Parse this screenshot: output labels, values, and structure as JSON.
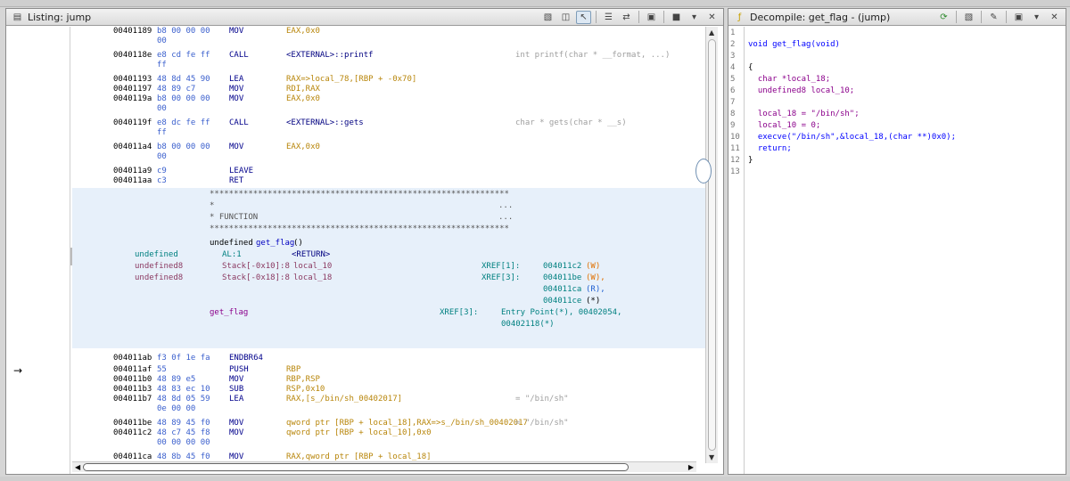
{
  "listing_panel": {
    "title": "Listing: jump",
    "title_icon": "listing-icon"
  },
  "decompile_panel": {
    "title": "Decompile: get_flag - (jump)",
    "title_icon": "decompile-icon"
  },
  "asm_lines": [
    {
      "addr": "00401189",
      "bytes": "b8 00 00 00",
      "mnem": "MOV",
      "ops": "EAX,0x0",
      "cmt": ""
    },
    {
      "addr": "",
      "bytes": "00",
      "mnem": "",
      "ops": "",
      "cmt": ""
    },
    {
      "addr": "0040118e",
      "bytes": "e8 cd fe ff",
      "mnem": "CALL",
      "ops": "<EXTERNAL>::printf",
      "cmt": "int printf(char * __format, ...)"
    },
    {
      "addr": "",
      "bytes": "ff",
      "mnem": "",
      "ops": "",
      "cmt": ""
    },
    {
      "addr": "00401193",
      "bytes": "48 8d 45 90",
      "mnem": "LEA",
      "ops": "RAX=>local_78,[RBP + -0x70]",
      "cmt": ""
    },
    {
      "addr": "00401197",
      "bytes": "48 89 c7",
      "mnem": "MOV",
      "ops": "RDI,RAX",
      "cmt": ""
    },
    {
      "addr": "0040119a",
      "bytes": "b8 00 00 00",
      "mnem": "MOV",
      "ops": "EAX,0x0",
      "cmt": ""
    },
    {
      "addr": "",
      "bytes": "00",
      "mnem": "",
      "ops": "",
      "cmt": ""
    },
    {
      "addr": "0040119f",
      "bytes": "e8 dc fe ff",
      "mnem": "CALL",
      "ops": "<EXTERNAL>::gets",
      "cmt": "char * gets(char * __s)"
    },
    {
      "addr": "",
      "bytes": "ff",
      "mnem": "",
      "ops": "",
      "cmt": ""
    },
    {
      "addr": "004011a4",
      "bytes": "b8 00 00 00",
      "mnem": "MOV",
      "ops": "EAX,0x0",
      "cmt": ""
    },
    {
      "addr": "",
      "bytes": "00",
      "mnem": "",
      "ops": "",
      "cmt": ""
    },
    {
      "addr": "004011a9",
      "bytes": "c9",
      "mnem": "LEAVE",
      "ops": "",
      "cmt": ""
    },
    {
      "addr": "004011aa",
      "bytes": "c3",
      "mnem": "RET",
      "ops": "",
      "cmt": ""
    }
  ],
  "function_header": {
    "stars": "**************************************************************",
    "star_line": "*",
    "star_dots": "...",
    "function_word": "* FUNCTION",
    "signature_type": "undefined",
    "signature_name": "get_flag",
    "signature_parens": "()",
    "vars": [
      {
        "type": "undefined",
        "storage": "AL:1",
        "name": "<RETURN>",
        "xref": "",
        "refs": []
      },
      {
        "type": "undefined8",
        "storage": "Stack[-0x10]:8",
        "name": "local_10",
        "xref": "XREF[1]:",
        "refs": [
          {
            "addr": "004011c2",
            "kind": "(W)"
          }
        ]
      },
      {
        "type": "undefined8",
        "storage": "Stack[-0x18]:8",
        "name": "local_18",
        "xref": "XREF[3]:",
        "refs": [
          {
            "addr": "004011be",
            "kind": "(W),"
          },
          {
            "addr": "004011ca",
            "kind": "(R),"
          },
          {
            "addr": "004011ce",
            "kind": "(*)"
          }
        ]
      }
    ],
    "label": "get_flag",
    "label_xref": "XREF[3]:",
    "label_refs_1": "Entry Point(*), 00402054,",
    "label_refs_2": "00402118(*)"
  },
  "asm_lines_2": [
    {
      "addr": "004011ab",
      "bytes": "f3 0f 1e fa",
      "mnem": "ENDBR64",
      "ops": "",
      "cmt": ""
    },
    {
      "addr": "004011af",
      "bytes": "55",
      "mnem": "PUSH",
      "ops": "RBP",
      "cmt": ""
    },
    {
      "addr": "004011b0",
      "bytes": "48 89 e5",
      "mnem": "MOV",
      "ops": "RBP,RSP",
      "cmt": ""
    },
    {
      "addr": "004011b3",
      "bytes": "48 83 ec 10",
      "mnem": "SUB",
      "ops": "RSP,0x10",
      "cmt": ""
    },
    {
      "addr": "004011b7",
      "bytes": "48 8d 05 59",
      "mnem": "LEA",
      "ops": "RAX,[s_/bin/sh_00402017]",
      "cmt": "= \"/bin/sh\""
    },
    {
      "addr": "",
      "bytes": "0e 00 00",
      "mnem": "",
      "ops": "",
      "cmt": ""
    },
    {
      "addr": "004011be",
      "bytes": "48 89 45 f0",
      "mnem": "MOV",
      "ops": "qword ptr [RBP + local_18],RAX=>s_/bin/sh_00402017",
      "cmt": "= \"/bin/sh\""
    },
    {
      "addr": "004011c2",
      "bytes": "48 c7 45 f8",
      "mnem": "MOV",
      "ops": "qword ptr [RBP + local_10],0x0",
      "cmt": ""
    },
    {
      "addr": "",
      "bytes": "00 00 00 00",
      "mnem": "",
      "ops": "",
      "cmt": ""
    },
    {
      "addr": "004011ca",
      "bytes": "48 8b 45 f0",
      "mnem": "MOV",
      "ops": "RAX,qword ptr [RBP + local_18]",
      "cmt": ""
    }
  ],
  "decompile_lines": [
    {
      "n": "1",
      "text": ""
    },
    {
      "n": "2",
      "text": "void get_flag(void)"
    },
    {
      "n": "3",
      "text": ""
    },
    {
      "n": "4",
      "text": "{"
    },
    {
      "n": "5",
      "text": "  char *local_18;"
    },
    {
      "n": "6",
      "text": "  undefined8 local_10;"
    },
    {
      "n": "7",
      "text": ""
    },
    {
      "n": "8",
      "text": "  local_18 = \"/bin/sh\";"
    },
    {
      "n": "9",
      "text": "  local_10 = 0;"
    },
    {
      "n": "10",
      "text": "  execve(\"/bin/sh\",&local_18,(char **)0x0);"
    },
    {
      "n": "11",
      "text": "  return;"
    },
    {
      "n": "12",
      "text": "}"
    },
    {
      "n": "13",
      "text": ""
    }
  ],
  "cursor_marker": "→"
}
